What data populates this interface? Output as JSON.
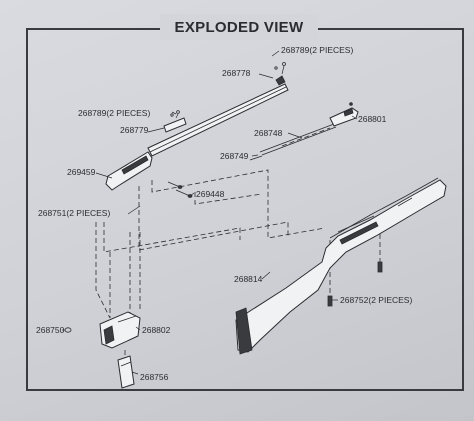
{
  "title": "EXPLODED VIEW",
  "parts": [
    {
      "id": "p-268789-top",
      "label": "268789(2 PIECES)"
    },
    {
      "id": "p-268778",
      "label": "268778"
    },
    {
      "id": "p-268789-left",
      "label": "268789(2 PIECES)"
    },
    {
      "id": "p-268779",
      "label": "268779"
    },
    {
      "id": "p-268748",
      "label": "268748"
    },
    {
      "id": "p-268801",
      "label": "268801"
    },
    {
      "id": "p-268749",
      "label": "268749"
    },
    {
      "id": "p-269459",
      "label": "269459"
    },
    {
      "id": "p-269448",
      "label": "269448"
    },
    {
      "id": "p-268751",
      "label": "268751(2 PIECES)"
    },
    {
      "id": "p-268814",
      "label": "268814"
    },
    {
      "id": "p-268752",
      "label": "268752(2 PIECES)"
    },
    {
      "id": "p-268750",
      "label": "268750"
    },
    {
      "id": "p-268802",
      "label": "268802"
    },
    {
      "id": "p-268756",
      "label": "268756"
    }
  ]
}
